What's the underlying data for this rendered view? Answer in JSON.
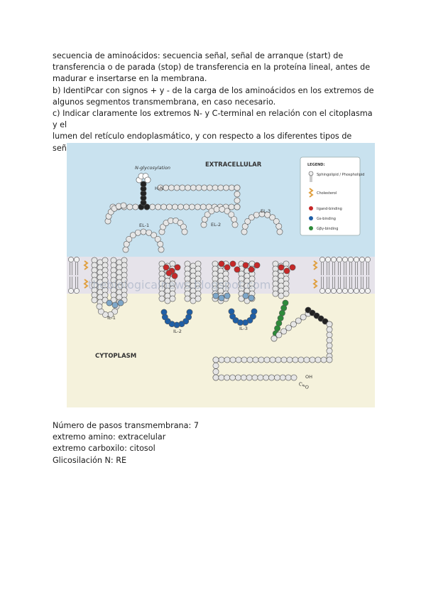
{
  "question_lines": [
    "secuencia de aminoácidos: secuencia señal, señal de arranque (start) de",
    "transferencia o de parada (stop) de transferencia en la proteína lineal, antes de",
    "madurar e insertarse en la membrana.",
    "b) IdentiPcar con signos + y - de la carga de los aminoácidos en los extremos de",
    "algunos segmentos transmembrana, en caso necesario.",
    "c) Indicar claramente los extremos N- y C-terminal en relación con el citoplasma y el",
    "lumen del retículo endoplasmático, y con respecto a los diferentes tipos de",
    "señales."
  ],
  "figure": {
    "extracellular": "EXTRACELLULAR",
    "cytoplasm": "CYTOPLASM",
    "glycosylation": "N-glycosylation",
    "n_terminus": "H₂N",
    "c_terminus_oh": "OH",
    "c_terminus_co": "C=O",
    "loops": [
      "EL-1",
      "EL-2",
      "EL-3",
      "IL-1",
      "IL-2",
      "IL-3"
    ],
    "watermark": "thebiologicalnews.blogspot.com",
    "legend": {
      "title": "LEGEND:",
      "items": [
        {
          "label": "Sphingolipid / Phospholipid",
          "icon": "lipid-icon"
        },
        {
          "label": "Cholesterol",
          "icon": "cholesterol-icon"
        },
        {
          "label": "ligand-binding",
          "color": "#c62828"
        },
        {
          "label": "Gs-binding",
          "color": "#1f5fa6"
        },
        {
          "label": "Gβγ-binding",
          "color": "#2e8b3a"
        }
      ]
    },
    "colors": {
      "extracellular_bg": "#c9e2ef",
      "membrane_bg": "#e6e3ea",
      "cytoplasm_bg": "#f5f2dc",
      "residue": "#e6e6e6",
      "ligand": "#c62828",
      "gs": "#1f5fa6",
      "gbg": "#2e8b3a",
      "dark": "#222222",
      "membrane_blue": "#7ea7c9",
      "cholesterol": "#e0a040"
    }
  },
  "answers": [
    "Número de pasos transmembrana: 7",
    "extremo amino: extracelular",
    "extremo carboxilo: citosol",
    "Glicosilación N: RE"
  ]
}
